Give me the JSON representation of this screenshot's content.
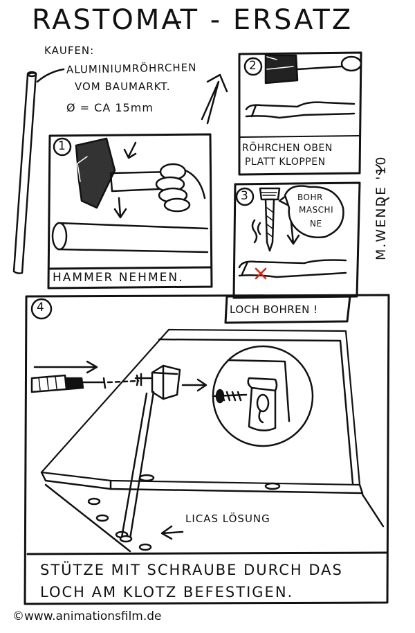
{
  "title": "RASTOMAT - ERSATZ",
  "buy": {
    "heading": "KAUFEN:",
    "line1": "ALUMINIUMRÖHRCHEN",
    "line2": "VOM BAUMARKT.",
    "line3": "Ø = CA 15mm"
  },
  "panels": [
    {
      "number": "1",
      "caption": "HAMMER NEHMEN."
    },
    {
      "number": "2",
      "caption_line1": "RÖHRCHEN OBEN",
      "caption_line2": "PLATT KLOPPEN"
    },
    {
      "number": "3",
      "bubble_line1": "BOHR",
      "bubble_line2": "MASCHI",
      "bubble_line3": "NE",
      "caption": "LOCH BOHREN !"
    },
    {
      "number": "4",
      "label": "LICAS LÖSUNG",
      "caption_line1": "STÜTZE MIT SCHRAUBE DURCH DAS",
      "caption_line2": "LOCH AM KLOTZ BEFESTIGEN."
    }
  ],
  "signature": "M.WENDE '10",
  "copyright": "©www.animationsfilm.de"
}
